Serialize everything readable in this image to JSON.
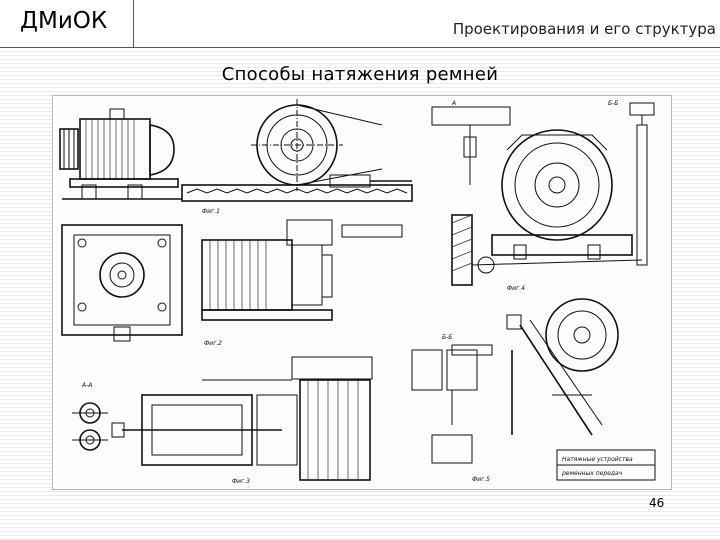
{
  "header": {
    "left_title": "ДМиОК",
    "right_title": "Проектирования и его структура"
  },
  "slide": {
    "title": "Способы натяжения ремней",
    "page_number": "46"
  },
  "figure_labels": {
    "fig1": "Фиг.1",
    "fig2": "Фиг.2",
    "fig3": "Фиг.3",
    "fig4": "Фиг.4",
    "fig5": "Фиг.5",
    "aa": "А-А",
    "bb": "Б-Б",
    "a": "А",
    "stamp_line1": "Натяжные устройства",
    "stamp_line2": "ременных передач"
  }
}
